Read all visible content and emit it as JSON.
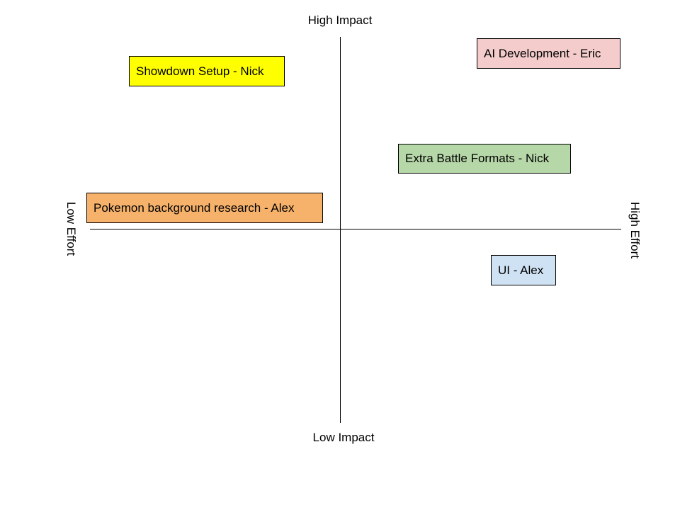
{
  "axes": {
    "top": "High Impact",
    "bottom": "Low Impact",
    "left": "Low Effort",
    "right": "High Effort"
  },
  "tasks": [
    {
      "label": "AI Development - Eric",
      "color": "#f4cccc"
    },
    {
      "label": "Showdown Setup - Nick",
      "color": "#ffff00"
    },
    {
      "label": "Extra Battle Formats - Nick",
      "color": "#b6d7a8"
    },
    {
      "label": "Pokemon background research - Alex",
      "color": "#f6b26b"
    },
    {
      "label": "UI - Alex",
      "color": "#cfe2f3"
    }
  ]
}
